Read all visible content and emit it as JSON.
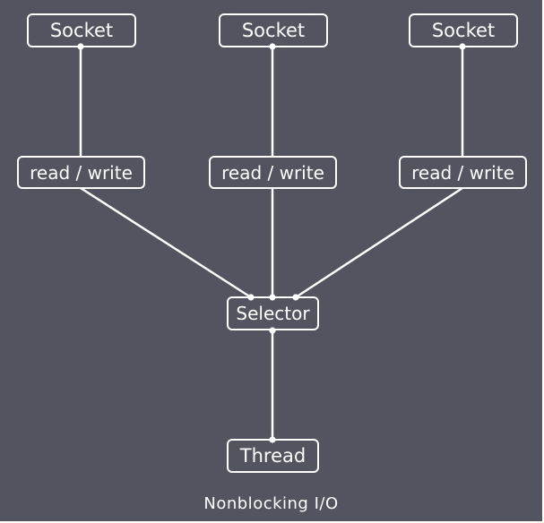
{
  "colors": {
    "background": "#52545f",
    "stroke": "#ffffff",
    "text": "#ffffff"
  },
  "nodes": {
    "socket_1": "Socket",
    "socket_2": "Socket",
    "socket_3": "Socket",
    "rw_1": "read / write",
    "rw_2": "read / write",
    "rw_3": "read / write",
    "selector": "Selector",
    "thread": "Thread"
  },
  "caption": "Nonblocking I/O"
}
